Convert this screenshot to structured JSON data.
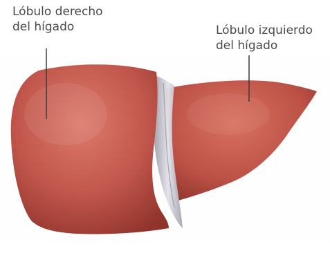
{
  "figure": {
    "subject": "liver",
    "labels": {
      "right_lobe": {
        "line1": "Lóbulo derecho",
        "line2": "del hígado"
      },
      "left_lobe": {
        "line1": "Lóbulo izquierdo",
        "line2": "del hígado"
      }
    }
  },
  "colors": {
    "background": "#ffffff",
    "liver_light": "#d56a5c",
    "liver_mid": "#b84a40",
    "liver_dark": "#8a2e29",
    "ligament": "#c9c9d0",
    "label_text": "#4a4a4a",
    "leader_line": "#3a3a3a"
  }
}
